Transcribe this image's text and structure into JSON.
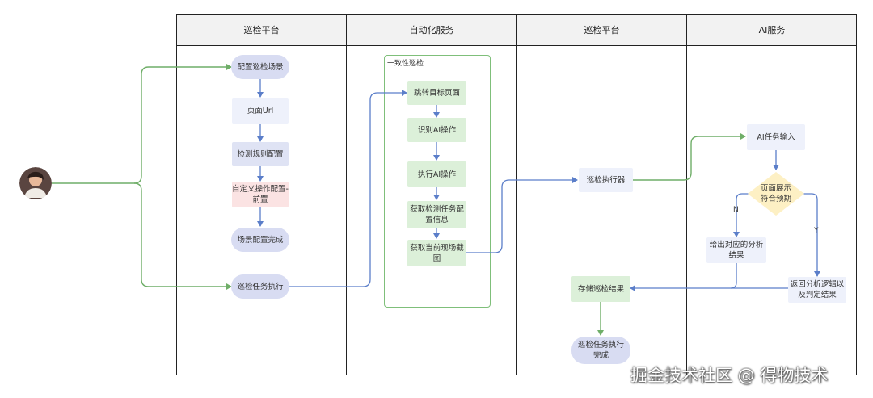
{
  "lanes": [
    {
      "id": "lane-1",
      "title": "巡检平台"
    },
    {
      "id": "lane-2",
      "title": "自动化服务"
    },
    {
      "id": "lane-3",
      "title": "巡检平台"
    },
    {
      "id": "lane-4",
      "title": "AI服务"
    }
  ],
  "group": {
    "label": "一致性巡检"
  },
  "nodes": {
    "config_scene": "配置巡检场景",
    "page_url": "页面Url",
    "detect_rules": "检测规则配置",
    "custom_pre": "自定义操作配置-\n前置",
    "scene_done": "场景配置完成",
    "task_exec": "巡检任务执行",
    "jump_page": "跳转目标页面",
    "identify_ai": "识别AI操作",
    "exec_ai": "执行AI操作",
    "get_task_conf": "获取检测任务配\n置信息",
    "get_screenshot": "获取当前现场截\n图",
    "executor": "巡检执行器",
    "store_result": "存储巡检结果",
    "task_done": "巡检任务执行\n完成",
    "ai_input": "AI任务输入",
    "decision": "页面展示\n符合预期",
    "give_result": "给出对应的分析\n结果",
    "return_logic": "返回分析逻辑以\n及判定结果"
  },
  "edge_labels": {
    "no": "N",
    "yes": "Y"
  },
  "colors": {
    "blue_edge": "#5b7ec9",
    "green_edge": "#6fae68",
    "decision_fill": "#fdf0c4"
  },
  "watermark": "掘金技术社区 @ 得物技术"
}
